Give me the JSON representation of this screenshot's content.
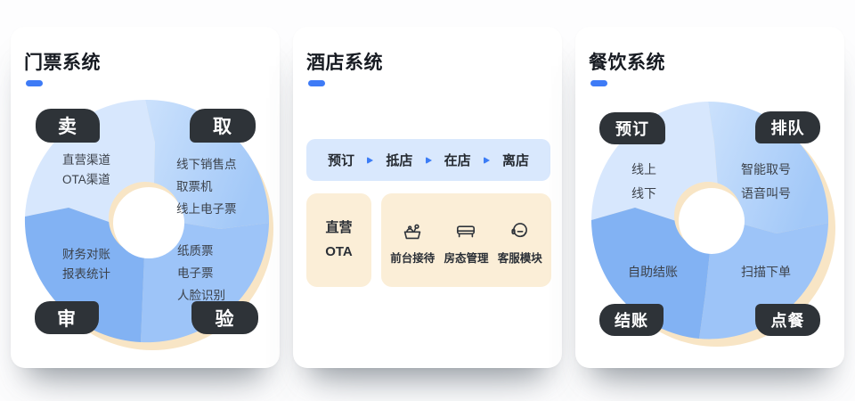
{
  "colors": {
    "accent_dash": "#3e7bf6",
    "badge_bg": "#2e3338",
    "badge_text": "#ffffff",
    "ring_cream": "#f8e5c5",
    "seg_top_left": "#d7e7fd",
    "seg_top_right_light": "#cbe1fc",
    "seg_top_right_dark": "#a2c8f8",
    "seg_bottom_left": "#82b2f3",
    "seg_bottom_right": "#9dc4f8",
    "hole_white": "#ffffff",
    "flow_bar_bg": "#d9e8fd",
    "flow_arrow": "#3b7cf6",
    "cream_box_bg": "#fbeed7",
    "icon_stroke": "#2f343b"
  },
  "cards": [
    {
      "title": "门票系统",
      "badges": {
        "top_left": "卖",
        "top_right": "取",
        "bottom_left": "审",
        "bottom_right": "验"
      },
      "segments": {
        "top_left": [
          "直营渠道",
          "OTA渠道"
        ],
        "top_right": [
          "线下销售点",
          "取票机",
          "线上电子票"
        ],
        "bottom_left": [
          "财务对账",
          "报表统计"
        ],
        "bottom_right": [
          "纸质票",
          "电子票",
          "人脸识别"
        ]
      }
    },
    {
      "title": "酒店系统",
      "flow": [
        "预订",
        "抵店",
        "在店",
        "离店"
      ],
      "channels": [
        "直营",
        "OTA"
      ],
      "modules": [
        {
          "icon": "reception-desk-icon",
          "label": "前台接待"
        },
        {
          "icon": "bed-icon",
          "label": "房态管理"
        },
        {
          "icon": "headset-icon",
          "label": "客服模块"
        }
      ]
    },
    {
      "title": "餐饮系统",
      "badges": {
        "top_left": "预订",
        "top_right": "排队",
        "bottom_left": "结账",
        "bottom_right": "点餐"
      },
      "segments": {
        "top_left": [
          "线上",
          "线下"
        ],
        "top_right": [
          "智能取号",
          "语音叫号"
        ],
        "bottom_left": [
          "自助结账"
        ],
        "bottom_right": [
          "扫描下单"
        ]
      }
    }
  ]
}
